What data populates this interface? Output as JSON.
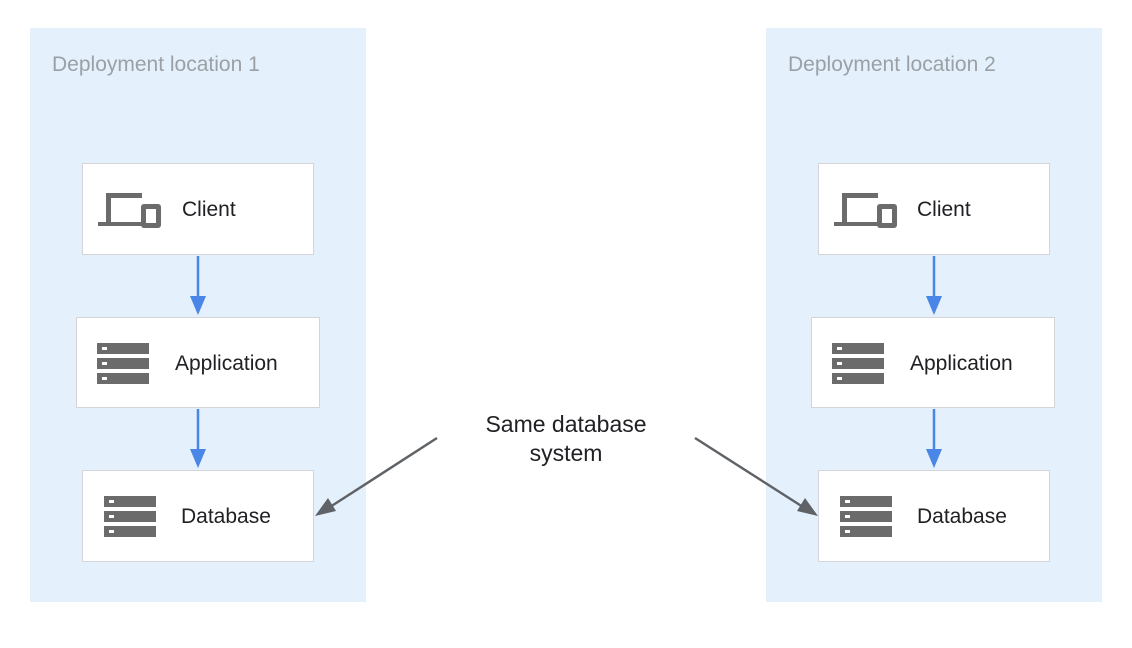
{
  "colors": {
    "region_bg": "#e4f0fb",
    "node_border": "#d3d5d8",
    "icon": "#6b6b6b",
    "flow_arrow": "#4a86e8",
    "callout_arrow": "#5f6368"
  },
  "locations": [
    {
      "title": "Deployment location 1",
      "nodes": [
        {
          "label": "Client",
          "icon": "laptop-phone-icon"
        },
        {
          "label": "Application",
          "icon": "server-icon"
        },
        {
          "label": "Database",
          "icon": "server-icon"
        }
      ]
    },
    {
      "title": "Deployment location 2",
      "nodes": [
        {
          "label": "Client",
          "icon": "laptop-phone-icon"
        },
        {
          "label": "Application",
          "icon": "server-icon"
        },
        {
          "label": "Database",
          "icon": "server-icon"
        }
      ]
    }
  ],
  "callout": {
    "line1": "Same database",
    "line2": "system"
  }
}
